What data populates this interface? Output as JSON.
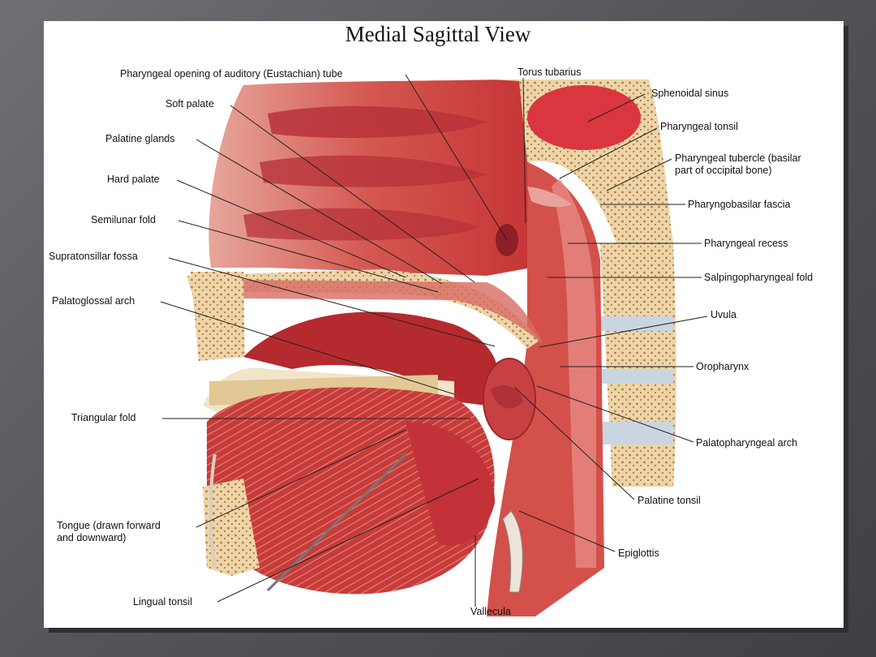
{
  "title": "Medial Sagittal View",
  "colors": {
    "background": "#55555a",
    "frame": "#ffffff",
    "tissue_red": "#c9393a",
    "tissue_pink": "#e58a82",
    "bone": "#ecd5a8",
    "bone_dots": "#b97a45",
    "leader_line": "#222222"
  },
  "labels": {
    "pharyngeal_opening": "Pharyngeal opening of auditory (Eustachian) tube",
    "torus_tubarius": "Torus tubarius",
    "soft_palate": "Soft palate",
    "sphenoidal_sinus": "Sphenoidal sinus",
    "palatine_glands": "Palatine glands",
    "pharyngeal_tonsil": "Pharyngeal tonsil",
    "pharyngeal_tubercle": "Pharyngeal tubercle (basilar\npart of occipital bone)",
    "hard_palate": "Hard palate",
    "pharyngobasilar_fascia": "Pharyngobasilar fascia",
    "semilunar_fold": "Semilunar fold",
    "pharyngeal_recess": "Pharyngeal recess",
    "supratonsillar_fossa": "Supratonsillar fossa",
    "salpingopharyngeal_fold": "Salpingopharyngeal fold",
    "palatoglossal_arch": "Palatoglossal arch",
    "uvula": "Uvula",
    "oropharynx": "Oropharynx",
    "triangular_fold": "Triangular fold",
    "palatopharyngeal_arch": "Palatopharyngeal arch",
    "palatine_tonsil": "Palatine tonsil",
    "tongue": "Tongue (drawn forward\nand downward)",
    "epiglottis": "Epiglottis",
    "lingual_tonsil": "Lingual tonsil",
    "vallecula": "Vallecula"
  }
}
